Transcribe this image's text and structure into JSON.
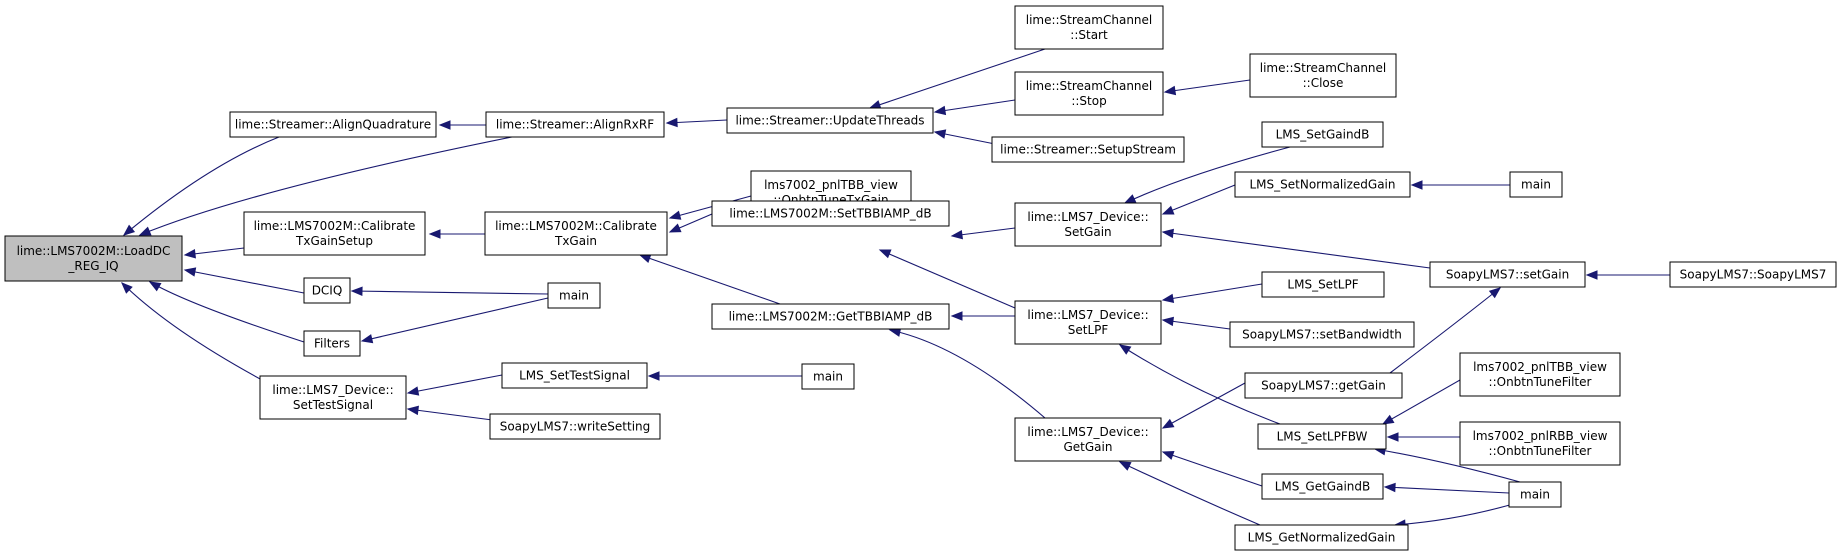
{
  "diagram": {
    "title": "",
    "colors": {
      "edge": "#191970",
      "root_fill": "#bfbfbf",
      "node_fill": "#ffffff",
      "node_border": "#000000"
    },
    "nodes": [
      {
        "id": "n0",
        "lines": [
          "lime::LMS7002M::LoadDC",
          "_REG_IQ"
        ],
        "root": true
      },
      {
        "id": "n1",
        "lines": [
          "lime::Streamer::AlignQuadrature"
        ]
      },
      {
        "id": "n2",
        "lines": [
          "lime::Streamer::AlignRxRF"
        ]
      },
      {
        "id": "n3",
        "lines": [
          "lime::Streamer::UpdateThreads"
        ]
      },
      {
        "id": "n4",
        "lines": [
          "lime::StreamChannel",
          "::Start"
        ]
      },
      {
        "id": "n5",
        "lines": [
          "lime::StreamChannel",
          "::Stop"
        ]
      },
      {
        "id": "n6",
        "lines": [
          "lime::StreamChannel",
          "::Close"
        ]
      },
      {
        "id": "n7",
        "lines": [
          "lime::Streamer::SetupStream"
        ]
      },
      {
        "id": "n8",
        "lines": [
          "lime::LMS7002M::Calibrate",
          "TxGainSetup"
        ]
      },
      {
        "id": "n9",
        "lines": [
          "lime::LMS7002M::Calibrate",
          "TxGain"
        ]
      },
      {
        "id": "n10",
        "lines": [
          "lms7002_pnlTBB_view",
          "::OnbtnTuneTxGain"
        ]
      },
      {
        "id": "n11",
        "lines": [
          "lime::LMS7002M::SetTBBIAMP_dB"
        ]
      },
      {
        "id": "n12",
        "lines": [
          "lime::LMS7002M::GetTBBIAMP_dB"
        ]
      },
      {
        "id": "n13",
        "lines": [
          "lime::LMS7_Device::",
          "SetGain"
        ]
      },
      {
        "id": "n14",
        "lines": [
          "lime::LMS7_Device::",
          "SetLPF"
        ]
      },
      {
        "id": "n15",
        "lines": [
          "lime::LMS7_Device::",
          "GetGain"
        ]
      },
      {
        "id": "n16",
        "lines": [
          "LMS_SetGaindB"
        ]
      },
      {
        "id": "n17",
        "lines": [
          "LMS_SetNormalizedGain"
        ]
      },
      {
        "id": "n18",
        "lines": [
          "main"
        ]
      },
      {
        "id": "n19",
        "lines": [
          "SoapyLMS7::setGain"
        ]
      },
      {
        "id": "n20",
        "lines": [
          "SoapyLMS7::SoapyLMS7"
        ]
      },
      {
        "id": "n21",
        "lines": [
          "LMS_SetLPF"
        ]
      },
      {
        "id": "n22",
        "lines": [
          "SoapyLMS7::setBandwidth"
        ]
      },
      {
        "id": "n23",
        "lines": [
          "SoapyLMS7::getGain"
        ]
      },
      {
        "id": "n24",
        "lines": [
          "LMS_SetLPFBW"
        ]
      },
      {
        "id": "n25",
        "lines": [
          "lms7002_pnlTBB_view",
          "::OnbtnTuneFilter"
        ]
      },
      {
        "id": "n26",
        "lines": [
          "lms7002_pnlRBB_view",
          "::OnbtnTuneFilter"
        ]
      },
      {
        "id": "n27",
        "lines": [
          "main"
        ]
      },
      {
        "id": "n28",
        "lines": [
          "LMS_GetGaindB"
        ]
      },
      {
        "id": "n29",
        "lines": [
          "LMS_GetNormalizedGain"
        ]
      },
      {
        "id": "n30",
        "lines": [
          "DCIQ"
        ]
      },
      {
        "id": "n31",
        "lines": [
          "main"
        ]
      },
      {
        "id": "n32",
        "lines": [
          "Filters"
        ]
      },
      {
        "id": "n33",
        "lines": [
          "lime::LMS7_Device::",
          "SetTestSignal"
        ]
      },
      {
        "id": "n34",
        "lines": [
          "LMS_SetTestSignal"
        ]
      },
      {
        "id": "n35",
        "lines": [
          "main"
        ]
      },
      {
        "id": "n36",
        "lines": [
          "SoapyLMS7::writeSetting"
        ]
      }
    ]
  }
}
